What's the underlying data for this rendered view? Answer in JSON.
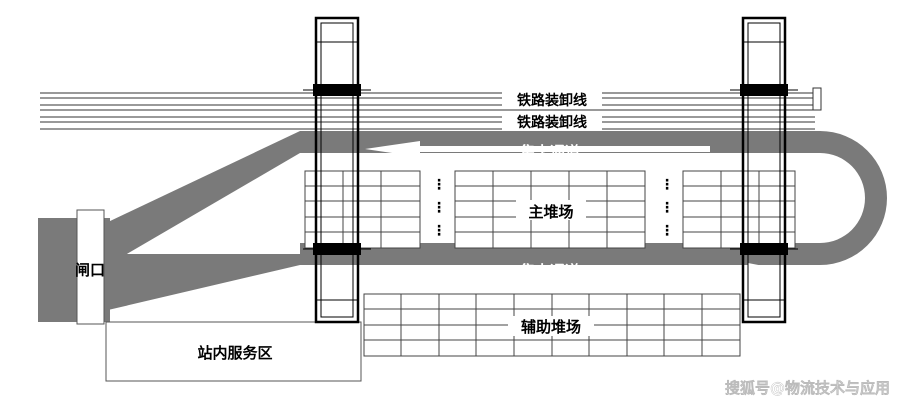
{
  "labels": {
    "rail_line_1": "铁路装卸线",
    "rail_line_2": "铁路装卸线",
    "truck_lane_top": "集卡通道",
    "truck_lane_bottom": "集卡通道",
    "main_yard": "主堆场",
    "aux_yard": "辅助堆场",
    "gate": "闸口",
    "service_area": "站内服务区",
    "ellipsis": "⋮"
  },
  "watermark": "搜狐号@物流技术与应用",
  "colors": {
    "road": "#7a7a7a",
    "line": "#000000",
    "crane_fill": "#ffffff",
    "background": "#ffffff"
  }
}
